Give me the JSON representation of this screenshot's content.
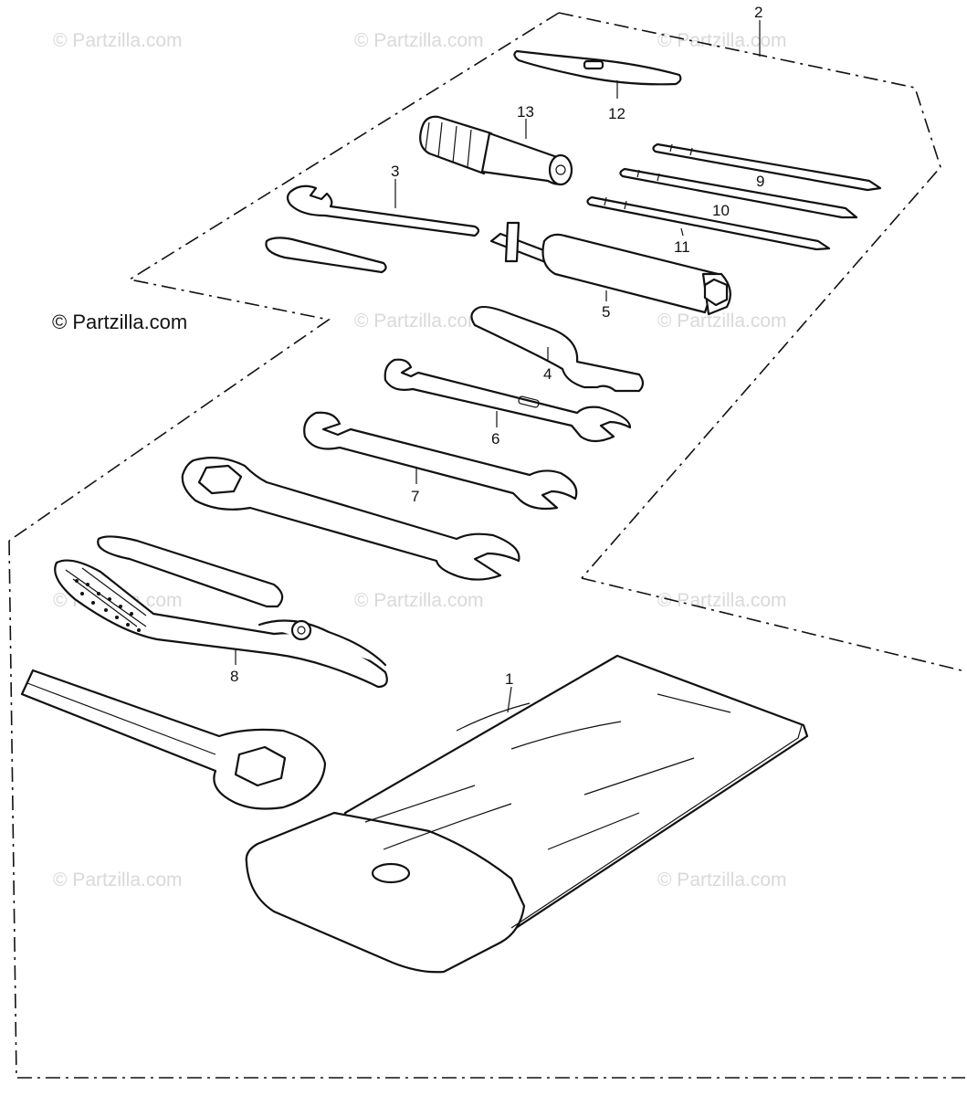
{
  "diagram": {
    "watermark_text": "© Partzilla.com",
    "copyright_notice": "© Partzilla.com",
    "callouts": {
      "c1": "1",
      "c2": "2",
      "c3": "3",
      "c4": "4",
      "c5": "5",
      "c6": "6",
      "c7": "7",
      "c8": "8",
      "c9": "9",
      "c10": "10",
      "c11": "11",
      "c12": "12",
      "c13": "13"
    },
    "colors": {
      "ink": "#111111",
      "watermark": "#d9d9d9",
      "background": "#ffffff"
    }
  }
}
